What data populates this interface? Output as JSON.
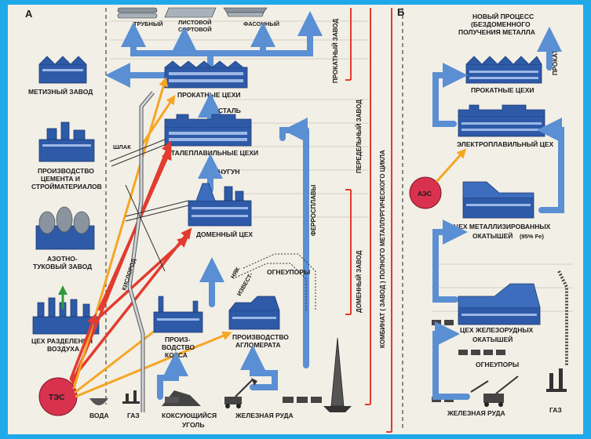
{
  "panels": {
    "a_letter": "А",
    "b_letter": "Б"
  },
  "panel_a": {
    "products": [
      "ТРУБНЫЙ",
      "ЛИСТОВОЙ",
      "СОРТОВОЙ",
      "ФАСОННЫЙ"
    ],
    "rolling_shops": "ПРОКАТНЫЕ ЦЕХИ",
    "steel": "СТАЛЬ",
    "steel_shops": "СТАЛЕПЛАВИЛЬНЫЕ ЦЕХИ",
    "cast_iron": "ЧУГУН",
    "blast_furnace": "ДОМЕННЫЙ ЦЕХ",
    "hardware_plant": "МЕТИЗНЫЙ ЗАВОД",
    "cement_line1": "ПРОИЗВОДСТВО",
    "cement_line2": "ЦЕМЕНТА И",
    "cement_line3": "СТРОЙМАТЕРИАЛОВ",
    "nitrogen_line1": "АЗОТНО-",
    "nitrogen_line2": "ТУКОВЫЙ ЗАВОД",
    "air_sep_line1": "ЦЕХ РАЗДЕЛЕНИЯ",
    "air_sep_line2": "ВОЗДУХА",
    "tes": "ТЭС",
    "water": "ВОДА",
    "gas": "ГАЗ",
    "coke_coal_line1": "КОКСУЮЩИЙСЯ",
    "coke_coal_line2": "УГОЛЬ",
    "iron_ore": "ЖЕЛЕЗНАЯ РУДА",
    "coke_prod_line1": "ПРОИЗ-",
    "coke_prod_line2": "ВОДСТВО",
    "coke_prod_line3": "КОКСА",
    "agglo_line1": "ПРОИЗВОДСТВО",
    "agglo_line2": "АГЛОМЕРАТА",
    "refractories": "ОГНЕУПОРЫ",
    "ferroalloys": "ФЕРРОСПЛАВЫ",
    "slag": "ШЛАК",
    "oxygen": "КИСЛОРОД",
    "flux_line1": "ИЗВЕСТ-",
    "flux_line2": "НЯК",
    "rolling_plant": "ПРОКАТНЫЙ ЗАВОД",
    "converting_plant": "ПЕРЕДЕЛЬНЫЙ ЗАВОД",
    "blast_plant": "ДОМЕННЫЙ ЗАВОД",
    "combine": "КОМБИНАТ ( ЗАВОД ) ПОЛНОГО МЕТАЛЛУРГИЧЕСКОГО ЦИКЛА"
  },
  "panel_b": {
    "title_line1": "НОВЫЙ ПРОЦЕСС",
    "title_line2": "(БЕЗДОМЕННОГО",
    "title_line3": "ПОЛУЧЕНИЯ МЕТАЛЛА",
    "rolled": "ПРОКАТ",
    "rolling_shops": "ПРОКАТНЫЕ ЦЕХИ",
    "electric_shop": "ЭЛЕКТРОПЛАВИЛЬНЫЙ ЦЕХ",
    "aes": "АЭС",
    "metallized_line1": "ЦЕХ МЕТАЛЛИЗИРОВАННЫХ",
    "metallized_line2": "ОКАТЫШЕЙ",
    "metallized_fe": "(95% Fe)",
    "ore_pellets_line1": "ЦЕХ ЖЕЛЕЗОРУДНЫХ",
    "ore_pellets_line2": "ОКАТЫШЕЙ",
    "refractories": "ОГНЕУПОРЫ",
    "iron_ore": "ЖЕЛЕЗНАЯ РУДА",
    "gas": "ГАЗ"
  },
  "colors": {
    "building": "#2e5aa8",
    "arrow_blue": "#5b8fd3",
    "red": "#e23b2f",
    "orange": "#f5a623",
    "circle": "#d9324f",
    "border": "#1fa9e8"
  }
}
